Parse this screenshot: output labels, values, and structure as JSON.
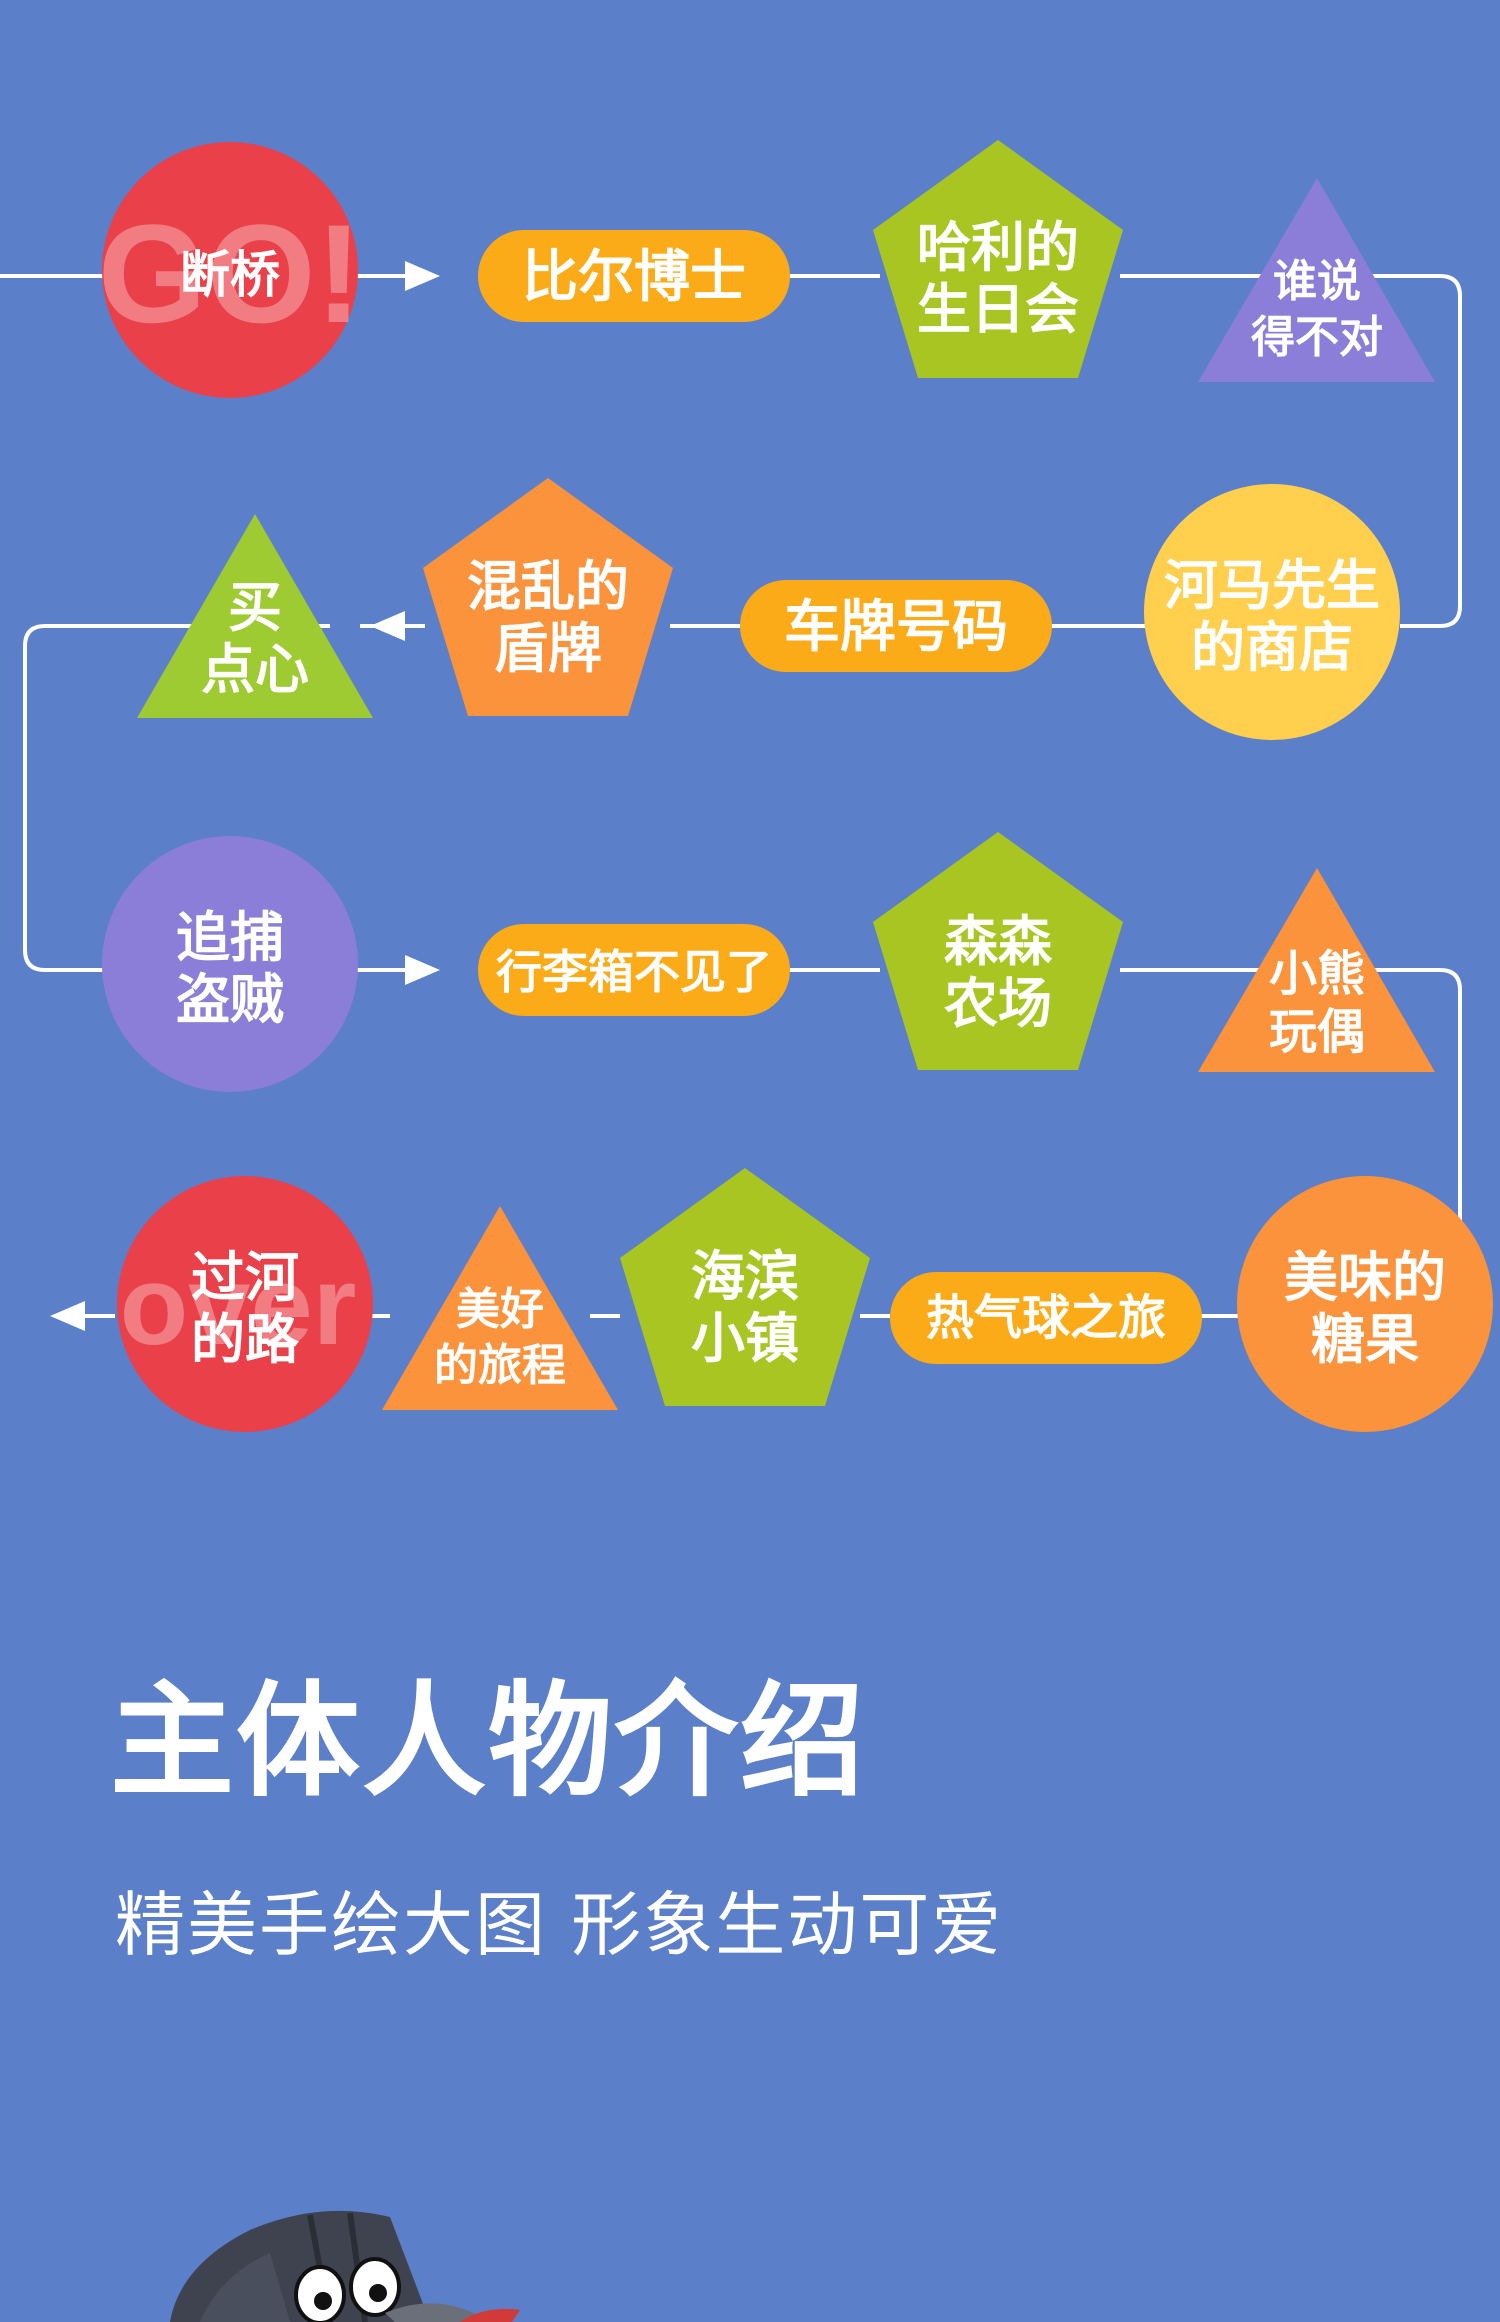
{
  "flow": {
    "nodes": [
      {
        "id": "duanqiao",
        "lines": [
          "断桥"
        ],
        "watermark": "GO!"
      },
      {
        "id": "bierboshi",
        "lines": [
          "比尔博士"
        ]
      },
      {
        "id": "hali",
        "lines": [
          "哈利的",
          "生日会"
        ]
      },
      {
        "id": "sheishuo",
        "lines": [
          "谁说",
          "得不对"
        ]
      },
      {
        "id": "hema",
        "lines": [
          "河马先生",
          "的商店"
        ]
      },
      {
        "id": "chepai",
        "lines": [
          "车牌号码"
        ]
      },
      {
        "id": "hunluan",
        "lines": [
          "混乱的",
          "盾牌"
        ]
      },
      {
        "id": "maidianxin",
        "lines": [
          "买",
          "点心"
        ]
      },
      {
        "id": "zhuibu",
        "lines": [
          "追捕",
          "盗贼"
        ]
      },
      {
        "id": "xingli",
        "lines": [
          "行李箱不见了"
        ]
      },
      {
        "id": "sensen",
        "lines": [
          "森森",
          "农场"
        ]
      },
      {
        "id": "xiaoxiong",
        "lines": [
          "小熊",
          "玩偶"
        ]
      },
      {
        "id": "meiwei",
        "lines": [
          "美味的",
          "糖果"
        ]
      },
      {
        "id": "reqiqiu",
        "lines": [
          "热气球之旅"
        ]
      },
      {
        "id": "haibin",
        "lines": [
          "海滨",
          "小镇"
        ]
      },
      {
        "id": "meihao",
        "lines": [
          "美好",
          "的旅程"
        ]
      },
      {
        "id": "guohe",
        "lines": [
          "过河",
          "的路"
        ],
        "watermark": "over"
      }
    ]
  },
  "section": {
    "title": "主体人物介绍",
    "subtitle": "精美手绘大图 形象生动可爱"
  },
  "colors": {
    "background": "#5b7fc9",
    "red": "#ea4049",
    "orange": "#fb923c",
    "yellow_pill": "#fbab18",
    "yellow_circle": "#ffcf4d",
    "green": "#a9c521",
    "lime": "#9ecb31",
    "purple": "#8b7ed8",
    "line": "#ffffff"
  }
}
